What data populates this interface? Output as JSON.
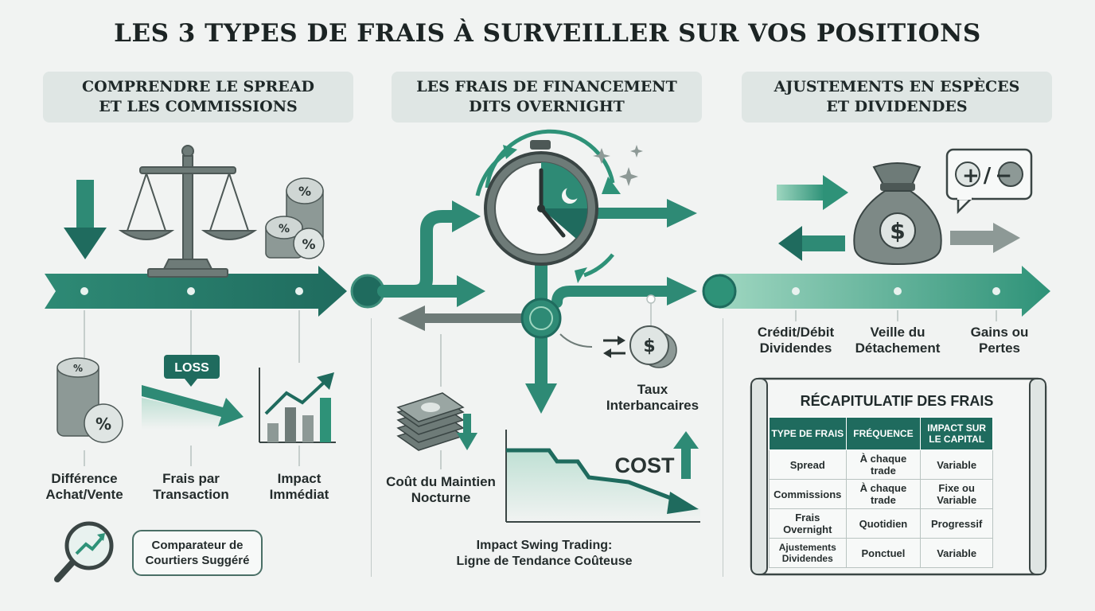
{
  "title": "LES 3 TYPES DE FRAIS À SURVEILLER SUR VOS POSITIONS",
  "sections": [
    {
      "heading": "COMPRENDRE LE SPREAD\nET LES COMMISSIONS",
      "labels": [
        "Différence\nAchat/Vente",
        "Frais par\nTransaction",
        "Impact\nImmédiat"
      ],
      "badge": "LOSS",
      "bubble": "Comparateur de\nCourtiers Suggéré"
    },
    {
      "heading": "LES FRAIS DE FINANCEMENT\nDITS OVERNIGHT",
      "labels": [
        "Taux\nInterbancaires",
        "Coût du Maintien\nNocturne"
      ],
      "cost_label": "COST",
      "caption": "Impact Swing Trading:\nLigne de Tendance Coûteuse"
    },
    {
      "heading": "AJUSTEMENTS EN ESPÈCES\nET DIVIDENDES",
      "labels": [
        "Crédit/Débit\nDividendes",
        "Veille du\nDétachement",
        "Gains ou\nPertes"
      ],
      "badge": "+/−"
    }
  ],
  "summary": {
    "title": "RÉCAPITULATIF DES FRAIS",
    "columns": [
      "TYPE DE FRAIS",
      "FRÉQUENCE",
      "IMPACT SUR\nLE CAPITAL"
    ],
    "rows": [
      [
        "Spread",
        "À chaque trade",
        "Variable"
      ],
      [
        "Commissions",
        "À chaque trade",
        "Fixe ou Variable"
      ],
      [
        "Frais Overnight",
        "Quotidien",
        "Progressif"
      ],
      [
        "Ajustements\nDividendes",
        "Ponctuel",
        "Variable"
      ]
    ]
  },
  "colors": {
    "teal_dark": "#1f6b5e",
    "teal": "#2e9278",
    "teal_light": "#9ed6c0",
    "gray": "#6e7b78"
  }
}
